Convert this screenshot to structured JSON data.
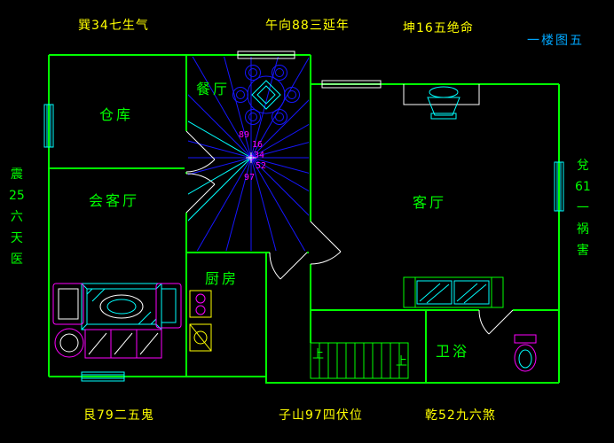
{
  "drawing_title": "一楼图五",
  "annotations": {
    "top_left": "巽34七生气",
    "top_center": "午向88三延年",
    "top_right": "坤16五绝命",
    "bottom_left": "艮79二五鬼",
    "bottom_center": "子山97四伏位",
    "bottom_right": "乾52九六煞",
    "left_vertical": [
      "震",
      "25",
      "六",
      "天",
      "医"
    ],
    "right_vertical": [
      "兌",
      "61",
      "一",
      "祸",
      "害"
    ]
  },
  "rooms": {
    "storage": "仓库",
    "dining": "餐厅",
    "reception": "会客厅",
    "living": "客厅",
    "kitchen": "厨房",
    "bathroom": "卫浴"
  },
  "center_numbers": [
    "89",
    "16",
    "34",
    "52",
    "97"
  ],
  "stairs": {
    "up_left": "上",
    "up_right": "上"
  },
  "colors": {
    "background": "#000000",
    "wall": "#00ff00",
    "annotation": "#ffff00",
    "title": "#00a8ff",
    "radial": "#1616ff",
    "detail": "#00ffff",
    "furniture": "#ff00ff",
    "door": "#ffffff"
  }
}
